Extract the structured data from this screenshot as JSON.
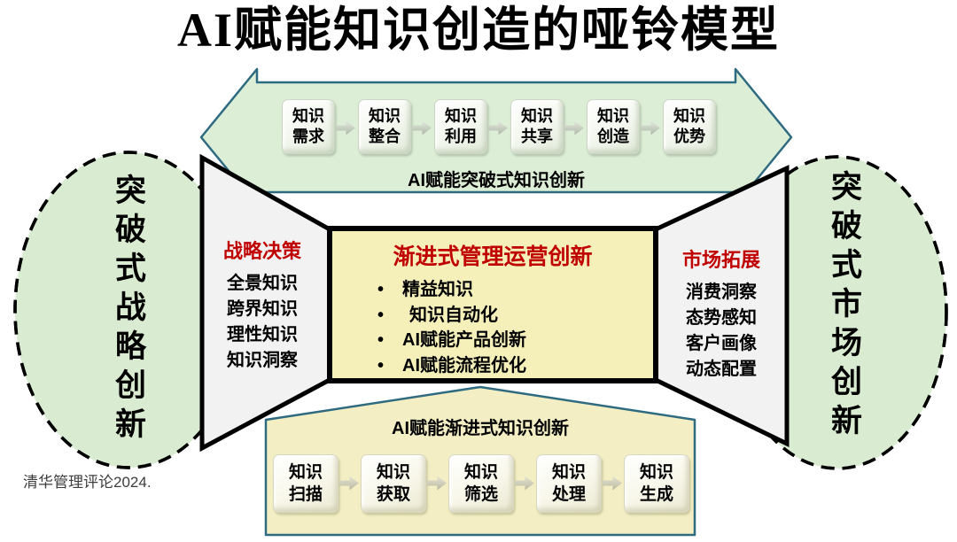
{
  "title": "AI赋能知识创造的哑铃模型",
  "credit": "清华管理评论2024.",
  "top_arrow": {
    "label": "AI赋能突破式知识创新",
    "steps": [
      {
        "line1": "知识",
        "line2": "需求"
      },
      {
        "line1": "知识",
        "line2": "整合"
      },
      {
        "line1": "知识",
        "line2": "利用"
      },
      {
        "line1": "知识",
        "line2": "共享"
      },
      {
        "line1": "知识",
        "line2": "创造"
      },
      {
        "line1": "知识",
        "line2": "优势"
      }
    ]
  },
  "bottom_band": {
    "label": "AI赋能渐进式知识创新",
    "steps": [
      {
        "line1": "知识",
        "line2": "扫描"
      },
      {
        "line1": "知识",
        "line2": "获取"
      },
      {
        "line1": "知识",
        "line2": "筛选"
      },
      {
        "line1": "知识",
        "line2": "处理"
      },
      {
        "line1": "知识",
        "line2": "生成"
      }
    ]
  },
  "left_ellipse": {
    "label": "突破式战略创新"
  },
  "right_ellipse": {
    "label": "突破式市场创新"
  },
  "left_panel": {
    "title": "战略决策",
    "items": [
      "全景知识",
      "跨界知识",
      "理性知识",
      "知识洞察"
    ]
  },
  "center_panel": {
    "title": "渐进式管理运营创新",
    "items": [
      "精益知识",
      "知识自动化",
      "AI赋能产品创新",
      "AI赋能流程优化"
    ]
  },
  "right_panel": {
    "title": "市场拓展",
    "items": [
      "消费洞察",
      "态势感知",
      "客户画像",
      "动态配置"
    ]
  },
  "colors": {
    "green_fill": "#d9ecd1",
    "arrow_green": "#ddeed6",
    "teal_stroke": "#2f6b80",
    "yellow_fill": "#f5f0ba",
    "pentagon_fill": "#f3eec3",
    "panel_gray": "#f2f2f2",
    "outline_black": "#000000",
    "accent_red": "#c00000"
  }
}
